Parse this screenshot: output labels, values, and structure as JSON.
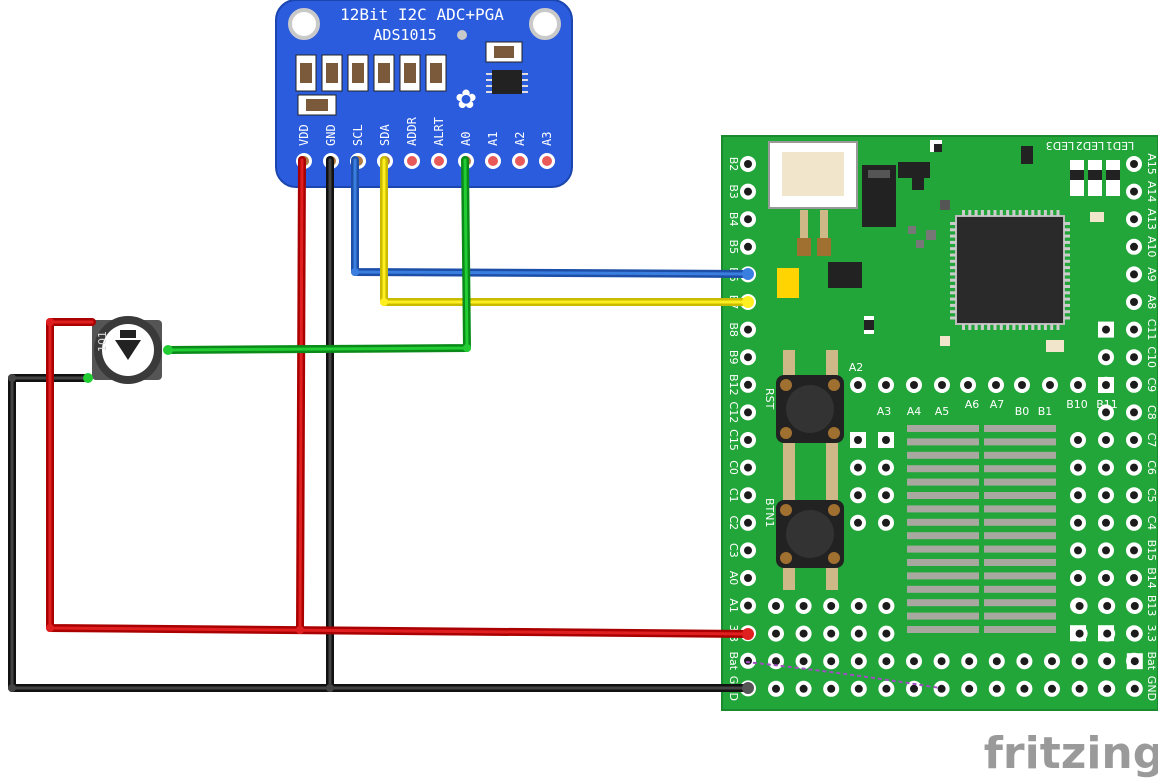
{
  "adc_board": {
    "title": "12Bit I2C ADC+PGA",
    "subtitle": "ADS1015",
    "pins": [
      "VDD",
      "GND",
      "SCL",
      "SDA",
      "ADDR",
      "ALRT",
      "A0",
      "A1",
      "A2",
      "A3"
    ]
  },
  "mcu_board": {
    "left_pins": [
      "B2",
      "B3",
      "B4",
      "B5",
      "B6",
      "B7",
      "B8",
      "B9",
      "B12",
      "C12",
      "C15",
      "C0",
      "C1",
      "C2",
      "C3",
      "A0",
      "A1",
      "3.3",
      "Bat",
      "GND"
    ],
    "right_pins": [
      "A15",
      "A14",
      "A13",
      "A10",
      "A9",
      "A8",
      "C11",
      "C10",
      "C9",
      "C8",
      "C7",
      "C6",
      "C5",
      "C4",
      "B15",
      "B14",
      "B13",
      "3.3",
      "Bat",
      "GND"
    ],
    "top_labels": [
      "LED1",
      "LED2",
      "LED3"
    ],
    "inner_labels_top": [
      "A2"
    ],
    "inner_labels_row": [
      "A3",
      "A4",
      "A5",
      "A6",
      "A7",
      "B0",
      "B1",
      "B10",
      "B11"
    ],
    "buttons": [
      "RST",
      "BTN1"
    ]
  },
  "wires": {
    "vdd_color": "#cc1111",
    "gnd_color": "#1a1a1a",
    "scl_color": "#2266cc",
    "sda_color": "#f0e000",
    "a0_color": "#11aa22"
  },
  "colors": {
    "adc_board": "#2a5cdd",
    "mcu_board": "#22a63a",
    "fritzing_text": "#9a9a9a"
  },
  "watermark": "fritzing"
}
